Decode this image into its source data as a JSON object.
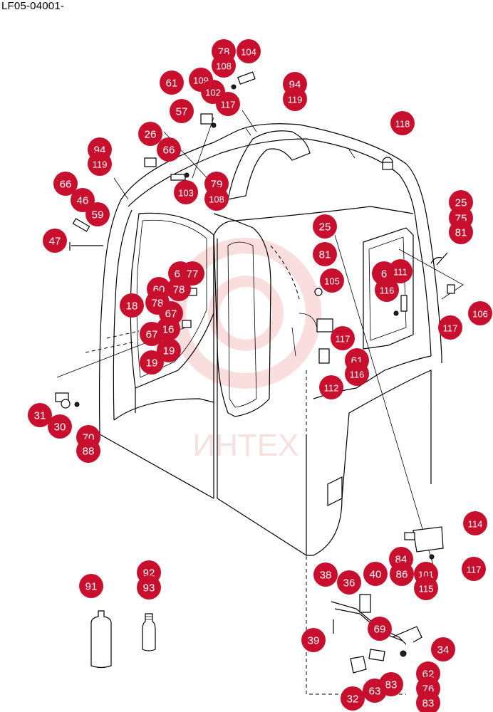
{
  "title": "LF05-04001-",
  "watermark": "ИНТЕХ",
  "colors": {
    "callout": "#c8102e",
    "callout_text": "#ffffff",
    "watermark": "#f2b8b8"
  },
  "callouts": [
    {
      "id": "c-78a",
      "label": "78"
    },
    {
      "id": "c-104",
      "label": "104"
    },
    {
      "id": "c-108a",
      "label": "108"
    },
    {
      "id": "c-61a",
      "label": "61"
    },
    {
      "id": "c-109",
      "label": "109"
    },
    {
      "id": "c-102",
      "label": "102"
    },
    {
      "id": "c-117a",
      "label": "117"
    },
    {
      "id": "c-57",
      "label": "57"
    },
    {
      "id": "c-94a",
      "label": "94"
    },
    {
      "id": "c-119a",
      "label": "119"
    },
    {
      "id": "c-118",
      "label": "118"
    },
    {
      "id": "c-26",
      "label": "26"
    },
    {
      "id": "c-66a",
      "label": "66"
    },
    {
      "id": "c-94b",
      "label": "94"
    },
    {
      "id": "c-119b",
      "label": "119"
    },
    {
      "id": "c-79",
      "label": "79"
    },
    {
      "id": "c-103",
      "label": "103"
    },
    {
      "id": "c-108b",
      "label": "108"
    },
    {
      "id": "c-66b",
      "label": "66"
    },
    {
      "id": "c-46",
      "label": "46"
    },
    {
      "id": "c-59",
      "label": "59"
    },
    {
      "id": "c-47",
      "label": "47"
    },
    {
      "id": "c-25a",
      "label": "25"
    },
    {
      "id": "c-75",
      "label": "75"
    },
    {
      "id": "c-81a",
      "label": "81"
    },
    {
      "id": "c-25b",
      "label": "25"
    },
    {
      "id": "c-81b",
      "label": "81"
    },
    {
      "id": "c-69a",
      "label": "69"
    },
    {
      "id": "c-77",
      "label": "77"
    },
    {
      "id": "c-60",
      "label": "60"
    },
    {
      "id": "c-78b",
      "label": "78"
    },
    {
      "id": "c-105",
      "label": "105"
    },
    {
      "id": "c-6x",
      "label": "6"
    },
    {
      "id": "c-111",
      "label": "111"
    },
    {
      "id": "c-116a",
      "label": "116"
    },
    {
      "id": "c-106",
      "label": "106"
    },
    {
      "id": "c-18",
      "label": "18"
    },
    {
      "id": "c-78c",
      "label": "78"
    },
    {
      "id": "c-67a",
      "label": "67"
    },
    {
      "id": "c-16",
      "label": "16"
    },
    {
      "id": "c-67b",
      "label": "67"
    },
    {
      "id": "c-19a",
      "label": "19"
    },
    {
      "id": "c-19b",
      "label": "19"
    },
    {
      "id": "c-117b",
      "label": "117"
    },
    {
      "id": "c-117c",
      "label": "117"
    },
    {
      "id": "c-61b",
      "label": "61"
    },
    {
      "id": "c-116b",
      "label": "116"
    },
    {
      "id": "c-112",
      "label": "112"
    },
    {
      "id": "c-31",
      "label": "31"
    },
    {
      "id": "c-30",
      "label": "30"
    },
    {
      "id": "c-70",
      "label": "70"
    },
    {
      "id": "c-88",
      "label": "88"
    },
    {
      "id": "c-114",
      "label": "114"
    },
    {
      "id": "c-84",
      "label": "84"
    },
    {
      "id": "c-86",
      "label": "86"
    },
    {
      "id": "c-101",
      "label": "101"
    },
    {
      "id": "c-115",
      "label": "115"
    },
    {
      "id": "c-117d",
      "label": "117"
    },
    {
      "id": "c-91",
      "label": "91"
    },
    {
      "id": "c-92",
      "label": "92"
    },
    {
      "id": "c-93",
      "label": "93"
    },
    {
      "id": "c-38",
      "label": "38"
    },
    {
      "id": "c-36",
      "label": "36"
    },
    {
      "id": "c-40",
      "label": "40"
    },
    {
      "id": "c-69b",
      "label": "69"
    },
    {
      "id": "c-39",
      "label": "39"
    },
    {
      "id": "c-34",
      "label": "34"
    },
    {
      "id": "c-62",
      "label": "62"
    },
    {
      "id": "c-83a",
      "label": "83"
    },
    {
      "id": "c-76",
      "label": "76"
    },
    {
      "id": "c-83b",
      "label": "83"
    },
    {
      "id": "c-63",
      "label": "63"
    },
    {
      "id": "c-32",
      "label": "32"
    }
  ]
}
